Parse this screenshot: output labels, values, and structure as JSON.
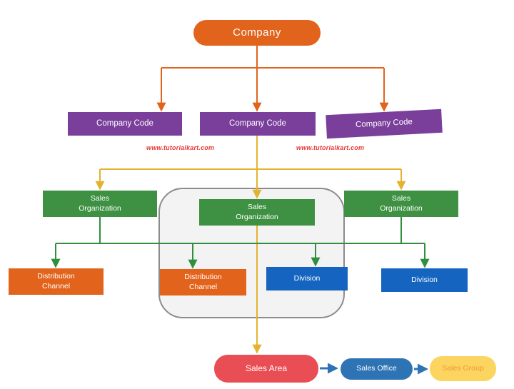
{
  "nodes": {
    "company": {
      "label": "Company",
      "color": "#E2631B"
    },
    "company_codes": [
      {
        "label": "Company Code"
      },
      {
        "label": "Company Code"
      },
      {
        "label": "Company Code"
      }
    ],
    "company_code_color": "#7A3E9B",
    "sales_organizations": [
      {
        "label": "Sales\nOrganization"
      },
      {
        "label": "Sales\nOrganization"
      },
      {
        "label": "Sales\nOrganization"
      }
    ],
    "sales_organization_color": "#3E9142",
    "distribution_channels": [
      {
        "label": "Distribution\nChannel"
      },
      {
        "label": "Distribution\nChannel"
      }
    ],
    "distribution_channel_color": "#E2631B",
    "divisions": [
      {
        "label": "Division"
      },
      {
        "label": "Division"
      }
    ],
    "division_color": "#1565C0",
    "sales_area": {
      "label": "Sales Area",
      "color": "#EA4E55"
    },
    "sales_office": {
      "label": "Sales Office",
      "color": "#2E74B5"
    },
    "sales_group": {
      "label": "Sales Group",
      "color": "#FBD55F",
      "text_color": "#F0973C"
    }
  },
  "watermarks": [
    {
      "text": "www.tutorialkart.com"
    },
    {
      "text": "www.tutorialkart.com"
    }
  ],
  "connectors": {
    "company_to_company_codes": "#E2631B",
    "company_code_to_sales_organizations": "#E3B330",
    "sales_org_to_channels_and_divisions": "#2F8F3E",
    "sales_org_to_sales_area": "#E3B330",
    "sales_area_to_sales_office": "#2E74B5",
    "sales_office_to_sales_group": "#2E74B5",
    "grouping_outline_color": "#8C8C90"
  }
}
